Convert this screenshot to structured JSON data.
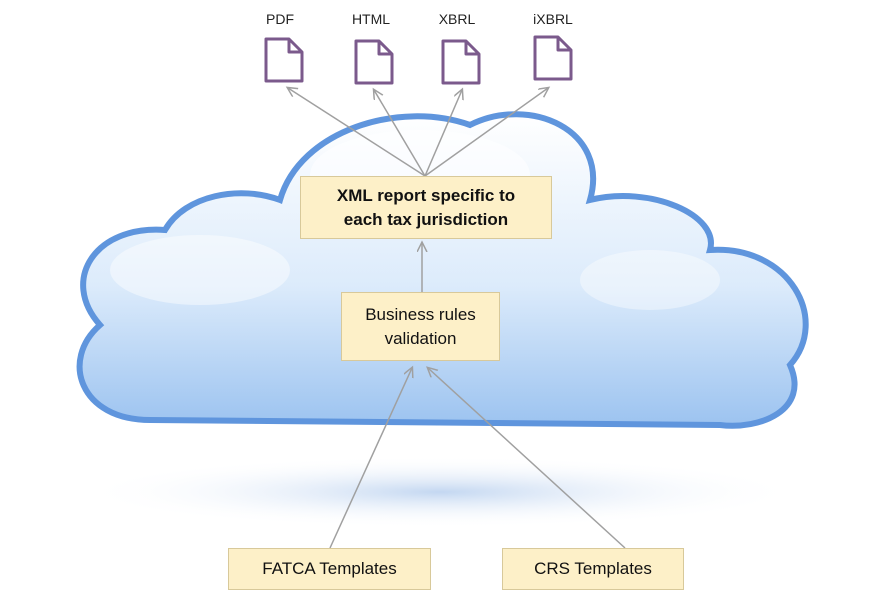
{
  "formats": [
    {
      "label": "PDF",
      "icon": "document-icon"
    },
    {
      "label": "HTML",
      "icon": "document-icon"
    },
    {
      "label": "XBRL",
      "icon": "document-icon"
    },
    {
      "label": "iXBRL",
      "icon": "document-icon"
    }
  ],
  "xml_report": {
    "line1": "XML report specific to",
    "line2": "each tax jurisdiction"
  },
  "validation": {
    "line1": "Business rules",
    "line2": "validation"
  },
  "inputs": {
    "fatca": "FATCA Templates",
    "crs": "CRS Templates"
  },
  "colors": {
    "box_fill": "#fdf0c8",
    "doc_icon": "#7b5a8c",
    "arrow": "#a0a0a0",
    "cloud_edge": "#6a9ee0"
  }
}
